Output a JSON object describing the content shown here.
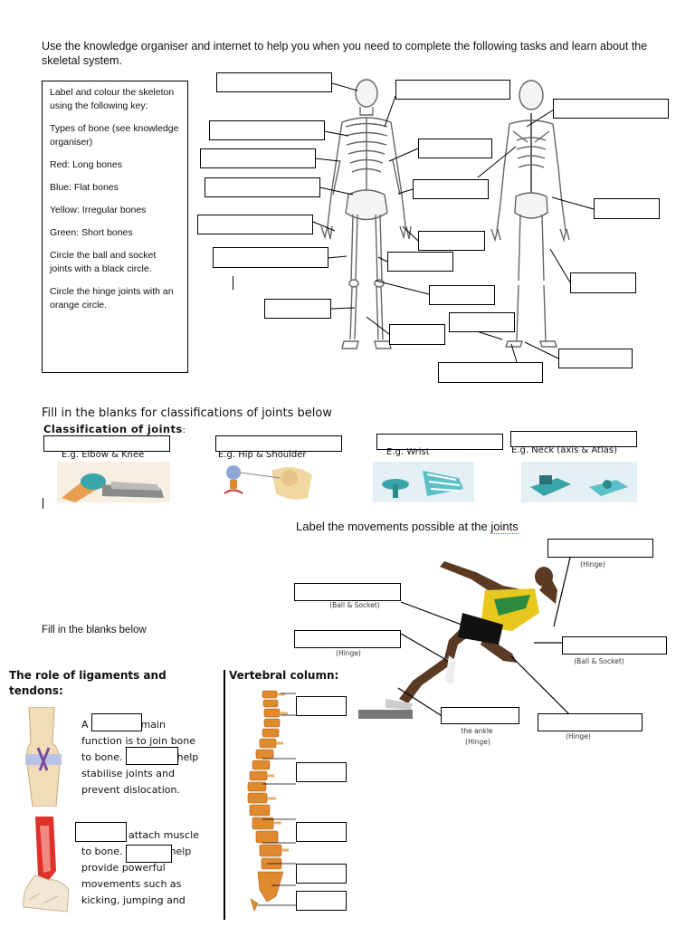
{
  "intro": "Use the knowledge organiser and internet to help you when you need to complete the following tasks and learn about the skeletal system.",
  "key": {
    "heading": "Label and colour the skeleton using the following key:",
    "types": "Types of bone (see knowledge organiser)",
    "red": "Red: Long bones",
    "blue": "Blue: Flat bones",
    "yellow": "Yellow: Irregular bones",
    "green": "Green: Short bones",
    "ball": "Circle the ball and socket joints with a black circle.",
    "hinge": "Circle the hinge joints with an orange circle."
  },
  "joints": {
    "heading": "Fill in the blanks for classifications of joints below",
    "subheading": "Classification of joints",
    "colon": ":",
    "examples": [
      "E.g. Elbow & Knee",
      "E.g. Hip & Shoulder",
      "E.g. Wrist",
      "E.g. Neck (axis & Atlas)"
    ]
  },
  "movements": {
    "heading_pre": "Label the movements possible at the ",
    "heading_link": "joints",
    "tags": {
      "hinge_top": "(Hinge)",
      "ball_upper": "(Ball & Socket)",
      "hinge_mid": "(Hinge)",
      "ball_right": "(Ball & Socket)",
      "ankle": "the ankle",
      "ankle_hinge": "(Hinge)",
      "hinge_bottom": "(Hinge)"
    }
  },
  "fill_blanks": "Fill in the blanks below",
  "ligaments": {
    "heading": "The role of ligaments and tendons:",
    "p1_a": "A",
    "p1_b": "main",
    "p1_c": "function",
    "p1_d": "is to join",
    "p1_e": "bone",
    "p1_f": "to bone.",
    "p1_g": "help",
    "p1_h": "stabilise joints and",
    "p1_i": "prevent dislocation.",
    "p2_a": "attach muscle",
    "p2_b": "to bone.",
    "p2_c": "help",
    "p2_d": "provide powerful",
    "p2_e": "movements such as",
    "p2_f": "kicking, jumping and"
  },
  "vertebral": {
    "heading": "Vertebral column:"
  },
  "colors": {
    "bone": "#e08a2e",
    "ligament": "#cf2b2b",
    "joint_teal": "#3aa5a8"
  }
}
